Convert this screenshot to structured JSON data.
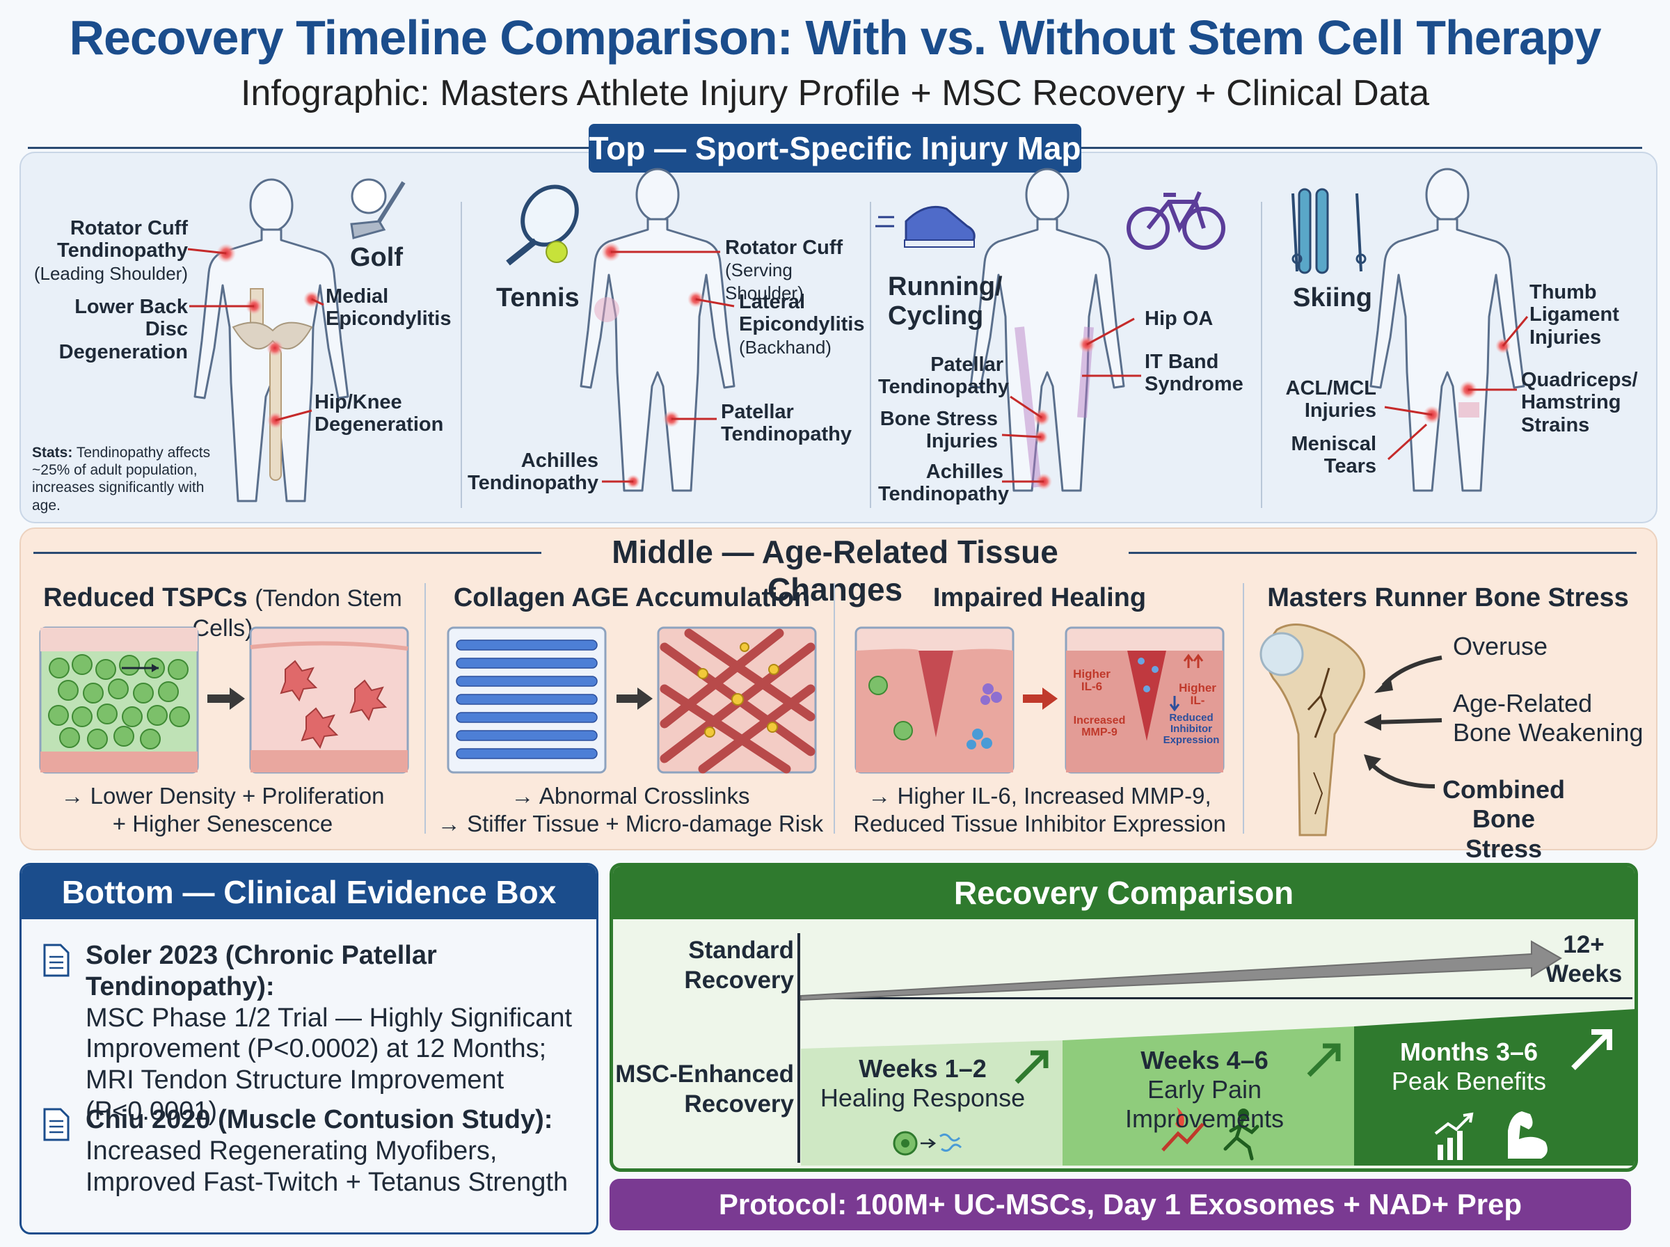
{
  "header": {
    "title": "Recovery Timeline Comparison: With vs. Without Stem Cell Therapy",
    "subtitle": "Infographic: Masters Athlete Injury Profile + MSC Recovery + Clinical Data"
  },
  "top": {
    "tab": "Top — Sport-Specific Injury Map",
    "golf": {
      "sport": "Golf",
      "rotator_bold": "Rotator Cuff Tendinopathy",
      "rotator_note": "(Leading Shoulder)",
      "back": "Lower Back Disc Degeneration",
      "medial": "Medial Epicondylitis",
      "hip": "Hip/Knee Degeneration",
      "stats_bold": "Stats:",
      "stats": "Tendinopathy affects ~25% of adult population, increases significantly with age."
    },
    "tennis": {
      "sport": "Tennis",
      "rotator_bold": "Rotator Cuff",
      "rotator_note": "(Serving Shoulder)",
      "lateral_bold": "Lateral Epicondylitis",
      "lateral_note": "(Backhand)",
      "patellar": "Patellar Tendinopathy",
      "achilles": "Achilles Tendinopathy"
    },
    "running": {
      "sport": "Running/ Cycling",
      "hip": "Hip OA",
      "itband": "IT Band Syndrome",
      "patellar": "Patellar Tendinopathy",
      "bone": "Bone Stress Injuries",
      "achilles": "Achilles Tendinopathy"
    },
    "skiing": {
      "sport": "Skiing",
      "thumb": "Thumb Ligament Injuries",
      "acl": "ACL/MCL Injuries",
      "quad": "Quadriceps/ Hamstring Strains",
      "meniscal": "Meniscal Tears"
    }
  },
  "middle": {
    "tab": "Middle — Age-Related Tissue Changes",
    "tspc_bold": "Reduced TSPCs",
    "tspc_note": "(Tendon Stem Cells)",
    "tspc_cap1": "→ Lower Density + Proliferation",
    "tspc_cap2": "+ Higher Senescence",
    "age_head": "Collagen AGE Accumulation",
    "age_cap1": "→ Abnormal Crosslinks",
    "age_cap2": "→ Stiffer Tissue + Micro-damage Risk",
    "heal_head": "Impaired Healing",
    "heal_cap1": "→ Higher IL-6, Increased MMP-9,",
    "heal_cap2": "Reduced Tissue Inhibitor Expression",
    "heal_tile": {
      "il6": "Higher IL-6",
      "mmp9": "Increased MMP-9",
      "il": "Higher IL-",
      "reduced": "Reduced Inhibitor Expression"
    },
    "bone_head": "Masters Runner Bone Stress",
    "overuse": "Overuse",
    "age_weak": "Age-Related Bone Weakening",
    "combined": "Combined Bone Stress"
  },
  "evidence": {
    "head": "Bottom — Clinical Evidence Box",
    "s1_bold": "Soler 2023 (Chronic Patellar Tendinopathy):",
    "s1_text": "MSC Phase 1/2 Trial — Highly Significant Improvement (P<0.0002) at 12 Months; MRI Tendon Structure Improvement (P<0.0001)",
    "s2_bold": "Chiu 2020 (Muscle Contusion Study):",
    "s2_text": "Increased Regenerating Myofibers, Improved Fast-Twitch + Tetanus Strength"
  },
  "recovery": {
    "head": "Recovery Comparison",
    "standard": "Standard Recovery",
    "weeks12": "12+ Weeks",
    "msc": "MSC-Enhanced Recovery",
    "p1_title": "Weeks 1–2",
    "p1_sub": "Healing Response",
    "p2_title": "Weeks 4–6",
    "p2_sub": "Early Pain Improvements",
    "p3_title": "Months 3–6",
    "p3_sub": "Peak Benefits"
  },
  "protocol": "Protocol: 100M+ UC-MSCs, Day 1 Exosomes + NAD+ Prep",
  "colors": {
    "navy": "#1b4d8c",
    "green": "#2f7a2e",
    "purple": "#7a3a92",
    "injury_red": "#d6303a"
  }
}
